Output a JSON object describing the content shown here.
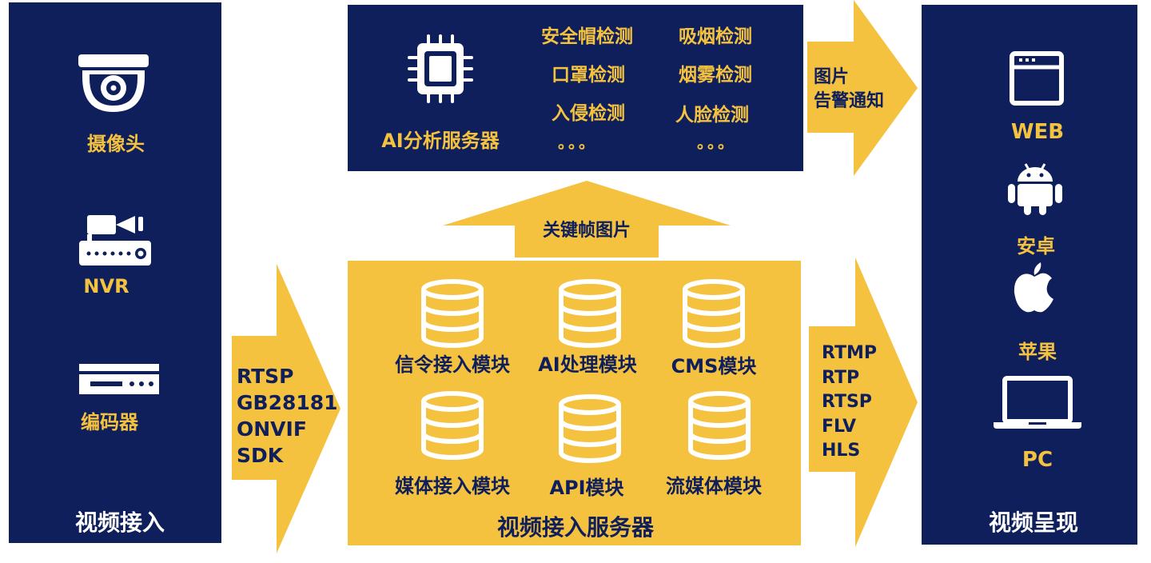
{
  "colors": {
    "navy": "#0f1f5c",
    "gold": "#f4c23f",
    "white": "#ffffff"
  },
  "left_panel": {
    "title": "视频接入",
    "devices": [
      {
        "label": "摄像头",
        "icon": "dome-camera-icon"
      },
      {
        "label": "NVR",
        "icon": "nvr-recorder-icon"
      },
      {
        "label": "编码器",
        "icon": "encoder-box-icon"
      }
    ]
  },
  "input_arrow": {
    "protocols": [
      "RTSP",
      "GB28181",
      "ONVIF",
      "SDK"
    ]
  },
  "ai_server": {
    "label": "AI分析服务器",
    "icon": "cpu-chip-icon",
    "detections_col1": [
      "安全帽检测",
      "口罩检测",
      "入侵检测",
      "。。。"
    ],
    "detections_col2": [
      "吸烟检测",
      "烟雾检测",
      "人脸检测",
      "。。。"
    ]
  },
  "up_arrow": {
    "label": "关键帧图片"
  },
  "access_server": {
    "title": "视频接入服务器",
    "modules": [
      {
        "label": "信令接入模块",
        "icon": "database-icon"
      },
      {
        "label": "AI处理模块",
        "icon": "database-icon"
      },
      {
        "label": "CMS模块",
        "icon": "database-icon"
      },
      {
        "label": "媒体接入模块",
        "icon": "database-icon"
      },
      {
        "label": "API模块",
        "icon": "database-icon"
      },
      {
        "label": "流媒体模块",
        "icon": "database-icon"
      }
    ]
  },
  "alarm_arrow": {
    "line1": "图片",
    "line2": "告警通知"
  },
  "output_arrow": {
    "protocols": [
      "RTMP",
      "RTP",
      "RTSP",
      "FLV",
      "HLS"
    ]
  },
  "right_panel": {
    "title": "视频呈现",
    "clients": [
      {
        "label": "WEB",
        "icon": "browser-window-icon"
      },
      {
        "label": "安卓",
        "icon": "android-icon"
      },
      {
        "label": "苹果",
        "icon": "apple-icon"
      },
      {
        "label": "PC",
        "icon": "laptop-icon"
      }
    ]
  }
}
